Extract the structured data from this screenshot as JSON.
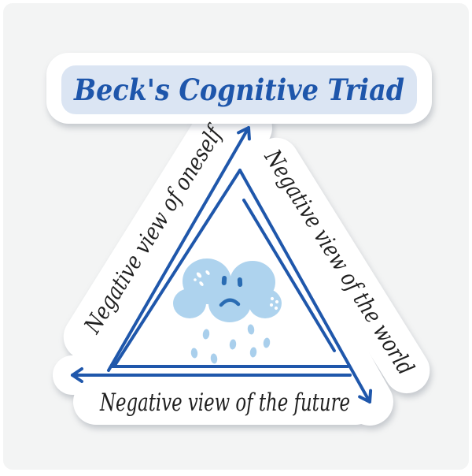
{
  "page": {
    "background_color": "#f3f4f4",
    "frame_color": "#ffffff"
  },
  "title_sticker": {
    "text": "Beck's Cognitive Triad",
    "text_color": "#1e56ab",
    "pill_background": "#dbe5f3",
    "sticker_background": "#ffffff"
  },
  "diagram_sticker": {
    "type": "cyclic-triangle-diagram",
    "line_color": "#1f57ab",
    "label_color": "#1f1f1f",
    "labels": {
      "self": "Negative view of oneself",
      "world": "Negative view of the world",
      "future": "Negative view of the future"
    },
    "arrows": [
      {
        "name": "left-edge-arrow",
        "direction": "up-right"
      },
      {
        "name": "right-edge-arrow",
        "direction": "down-right"
      },
      {
        "name": "bottom-edge-arrow",
        "direction": "left"
      }
    ],
    "cloud": {
      "description": "sad cloud with rain",
      "body_color": "#aed3ee",
      "face_color": "#2a6cb3",
      "rain_color": "#a9cfec"
    }
  }
}
